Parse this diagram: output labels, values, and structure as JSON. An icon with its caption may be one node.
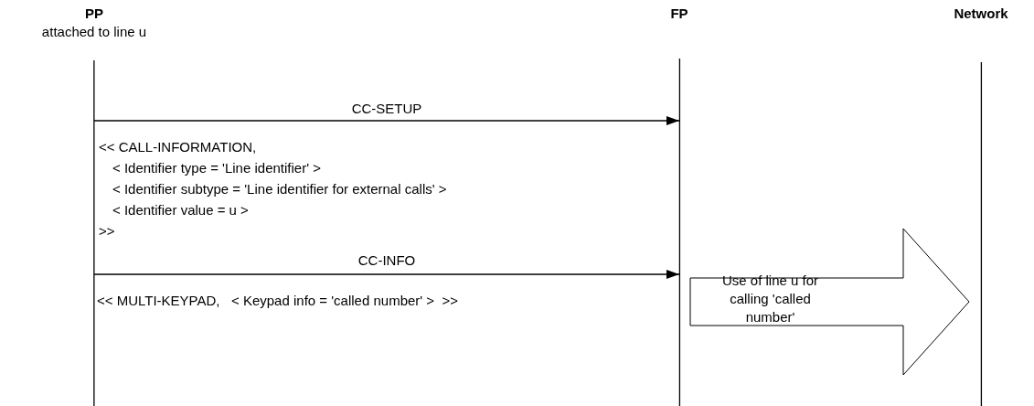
{
  "diagram": {
    "nodes": [
      {
        "text": [
          "PP",
          "attached to line u"
        ]
      },
      {
        "text": [
          "FP"
        ]
      },
      {
        "text": [
          "Network"
        ]
      }
    ],
    "edges": [
      {
        "from": 0,
        "to": 1,
        "arrow": "to",
        "label": "CC-SETUP"
      },
      {
        "from": 0,
        "to": 1,
        "arrow": "to",
        "label": "CC-INFO"
      },
      {
        "from": 1,
        "to": 2,
        "arrow": "to",
        "style": "thick",
        "label": "Use of line u for calling 'called number'"
      }
    ],
    "labels": [
      "<< CALL-INFORMATION,",
      "< Identifier type = 'Line identifier' >",
      "< Identifier subtype = 'Line identifier for external calls' >",
      "< Identifier value = u >",
      ">>",
      "<< MULTI-KEYPAD,   < Keypad info = 'called number' >  >>"
    ]
  }
}
